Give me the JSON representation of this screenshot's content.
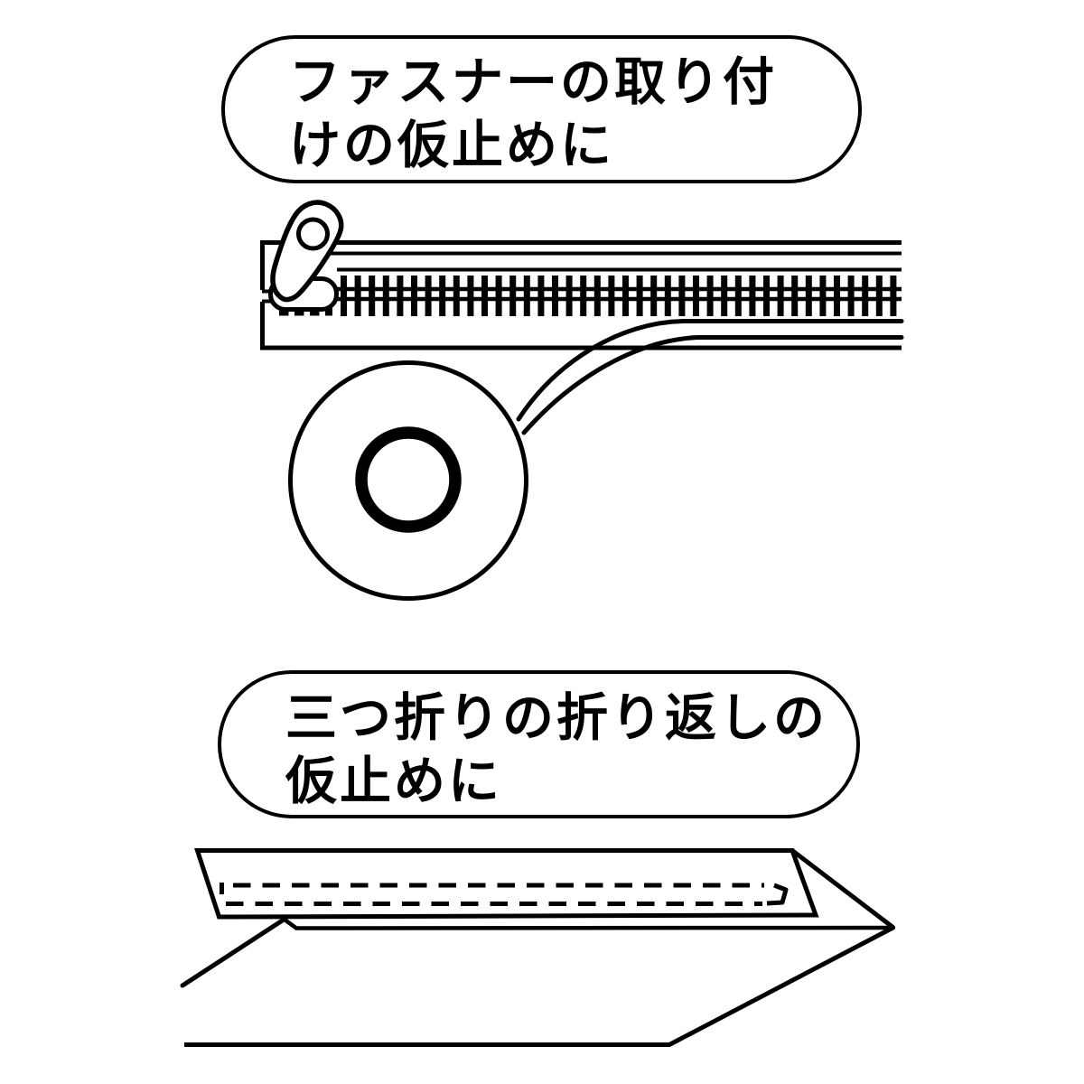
{
  "canvas": {
    "background": "#ffffff",
    "ink": "#000000"
  },
  "captions": {
    "zipper": {
      "line1": "ファスナーの取り付",
      "line2": "けの仮止めに",
      "full_text": "ファスナーの取り付けの仮止めに"
    },
    "trifold": {
      "line1": "三つ折りの折り返しの",
      "line2": "仮止めに",
      "full_text": "三つ折りの折り返しの仮止めに"
    }
  },
  "illustrations": {
    "zipper_diagram": "zipper with slider and basting tape applied from a tape roll",
    "trifold_diagram": "tri-folded hem with dashed basting stitch lines"
  }
}
